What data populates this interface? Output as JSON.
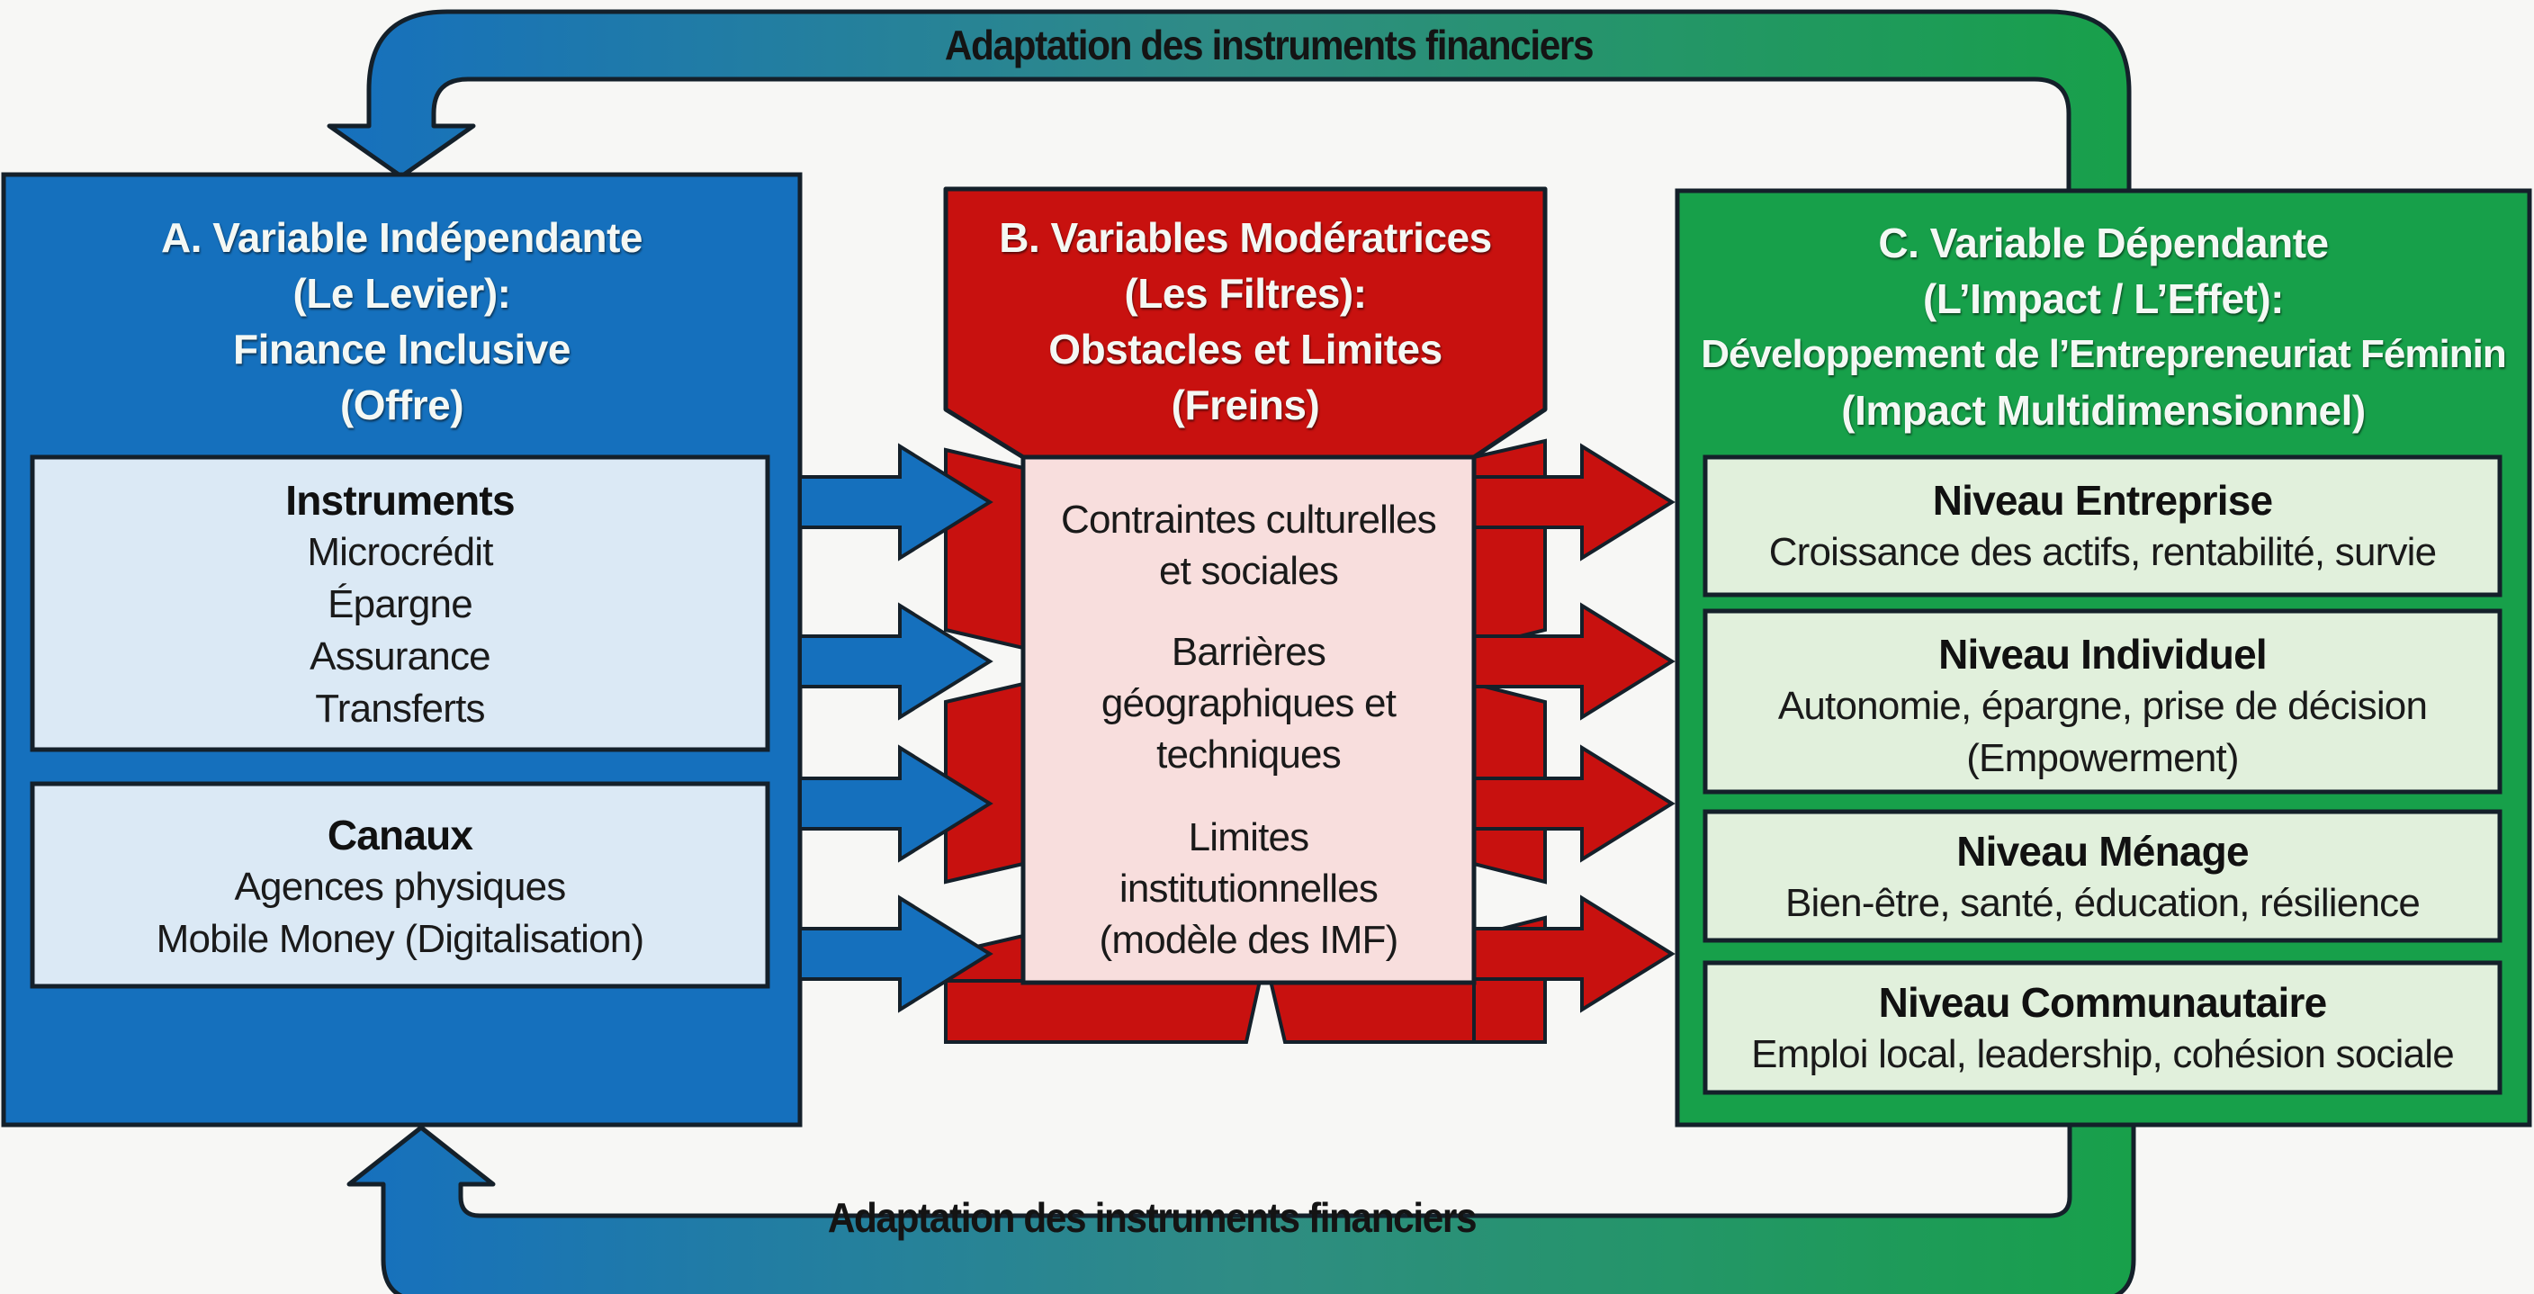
{
  "colors": {
    "independent": "#1570bd",
    "moderator": "#c8110f",
    "dependent": "#17a04a",
    "independent_panel": "#dbe9f5",
    "moderator_panel": "#f8dedd",
    "dependent_panel": "#e1f0dc",
    "outline": "#14202a",
    "background": "#f7f7f5"
  },
  "feedback_loops": {
    "top_label": "Adaptation des instruments financiers",
    "bottom_label": "Adaptation des instruments financiers"
  },
  "independent": {
    "header": [
      "A. Variable Indépendante",
      "(Le Levier):",
      "Finance Inclusive",
      "(Offre)"
    ],
    "groups": [
      {
        "title": "Instruments",
        "items": [
          "Microcrédit",
          "Épargne",
          "Assurance",
          "Transferts"
        ]
      },
      {
        "title": "Canaux",
        "items": [
          "Agences physiques",
          "Mobile Money (Digitalisation)"
        ]
      }
    ]
  },
  "moderator": {
    "header": [
      "B. Variables Modératrices",
      "(Les Filtres):",
      "Obstacles et Limites",
      "(Freins)"
    ],
    "items": [
      [
        "Contraintes culturelles",
        "et sociales"
      ],
      [
        "Barrières",
        "géographiques et",
        "techniques"
      ],
      [
        "Limites",
        "institutionnelles",
        "(modèle des IMF)"
      ]
    ]
  },
  "dependent": {
    "header": [
      "C. Variable Dépendante",
      "(L’Impact / L’Effet):",
      "Développement de l’Entrepreneuriat Féminin",
      "(Impact Multidimensionnel)"
    ],
    "levels": [
      {
        "title": "Niveau Entreprise",
        "lines": [
          "Croissance des actifs, rentabilité, survie"
        ]
      },
      {
        "title": "Niveau Individuel",
        "lines": [
          "Autonomie, épargne, prise de décision",
          "(Empowerment)"
        ]
      },
      {
        "title": "Niveau Ménage",
        "lines": [
          "Bien-être, santé, éducation, résilience"
        ]
      },
      {
        "title": "Niveau Communautaire",
        "lines": [
          "Emploi local, leadership, cohésion sociale"
        ]
      }
    ]
  },
  "flow_arrows": {
    "independent_to_moderator_count": 4,
    "moderator_to_dependent_count": 4
  }
}
